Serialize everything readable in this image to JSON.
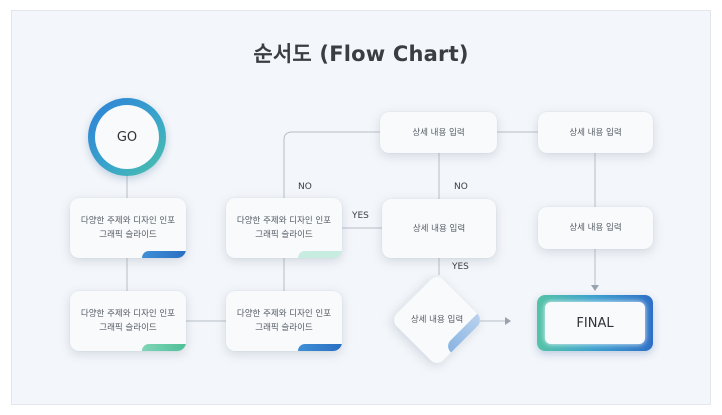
{
  "title": "순서도 (Flow Chart)",
  "nodes": {
    "go": "GO",
    "final": "FINAL",
    "left_top": "다양한 주제와 디자인 인포\n그래픽 슬라이드",
    "left_bottom": "다양한 주제와 디자인 인포\n그래픽 슬라이드",
    "mid_top": "다양한 주제와 디자인 인포\n그래픽 슬라이드",
    "mid_bottom": "다양한 주제와 디자인 인포\n그래픽 슬라이드",
    "top_center": "상세 내용 입력",
    "top_right": "상세 내용 입력",
    "center": "상세 내용 입력",
    "right_mid": "상세 내용 입력",
    "diamond": "상세 내용 입력"
  },
  "labels": {
    "no_left": "NO",
    "no_right": "NO",
    "yes_left": "YES",
    "yes_bottom": "YES"
  },
  "colors": {
    "blue": "#2a6fc2",
    "green": "#4fbf98",
    "mint": "#c8ece0",
    "light_blue": "#8ab4e2"
  }
}
